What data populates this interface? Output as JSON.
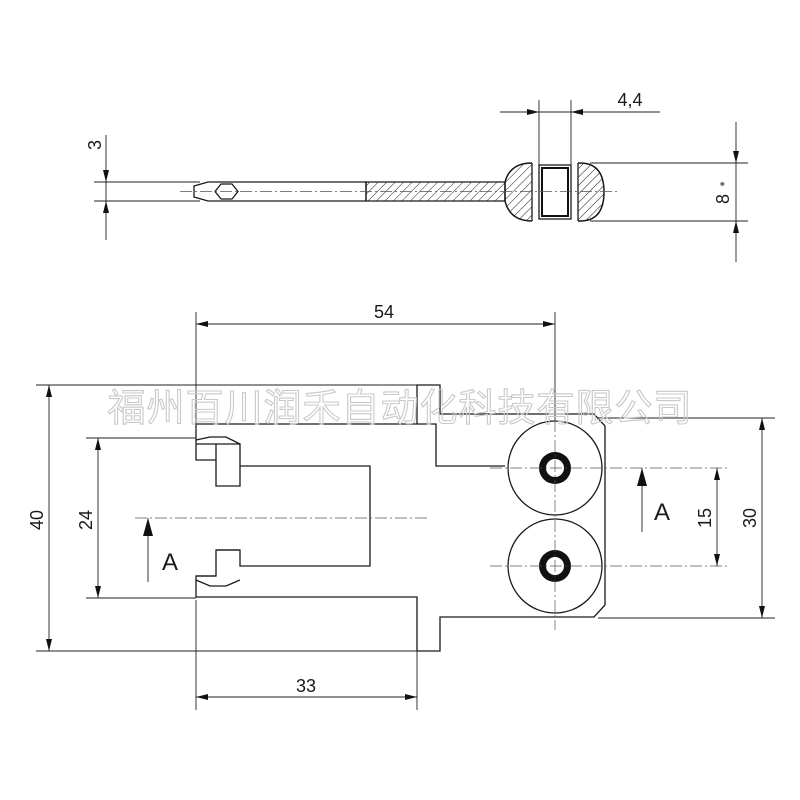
{
  "watermark": "福州百川润禾自动化科技有限公司",
  "side_view": {
    "dims": {
      "thickness": "3",
      "bore": "4,4",
      "height": "8",
      "height_note": "*"
    }
  },
  "plan_view": {
    "dims": {
      "overall_length": "54",
      "overall_height": "40",
      "slot_height": "24",
      "hole_spacing": "15",
      "pad_height": "30",
      "slot_depth": "33"
    },
    "section_label_left": "A",
    "section_label_right": "A"
  }
}
